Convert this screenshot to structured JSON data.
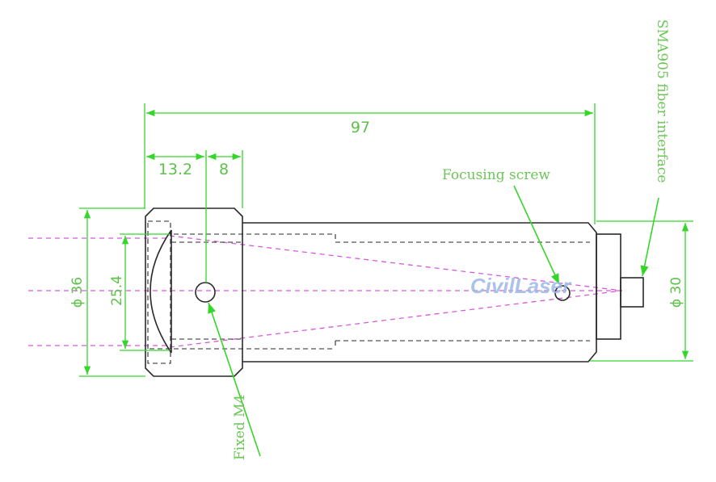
{
  "dimensions": {
    "overall_length": "97",
    "front_section": "13.2",
    "screw_offset": "8",
    "outer_diameter": "ϕ 36",
    "lens_diameter": "25.4",
    "rear_diameter": "ϕ 30"
  },
  "annotations": {
    "focusing_screw": "Focusing screw",
    "fiber_interface": "SMA905 fiber interface",
    "fixed_screw": "Fixed M4"
  },
  "watermark": "CivilLaser",
  "colors": {
    "dimension": "#35d62a",
    "beam": "#d85adb",
    "outline": "#2a2a2a",
    "watermark": "#9db8e6"
  }
}
